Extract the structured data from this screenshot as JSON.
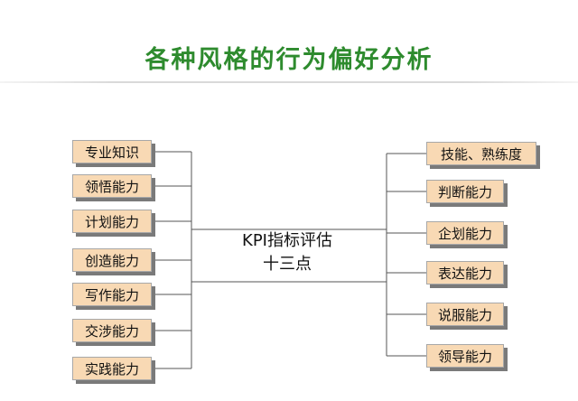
{
  "title": "各种风格的行为偏好分析",
  "center": {
    "line1": "KPI指标评估",
    "line2": "十三点"
  },
  "left_items": [
    "专业知识",
    "领悟能力",
    "计划能力",
    "创造能力",
    "写作能力",
    "交涉能力",
    "实践能力"
  ],
  "right_items": [
    "技能、熟练度",
    "判断能力",
    "企划能力",
    "表达能力",
    "说服能力",
    "领导能力"
  ]
}
